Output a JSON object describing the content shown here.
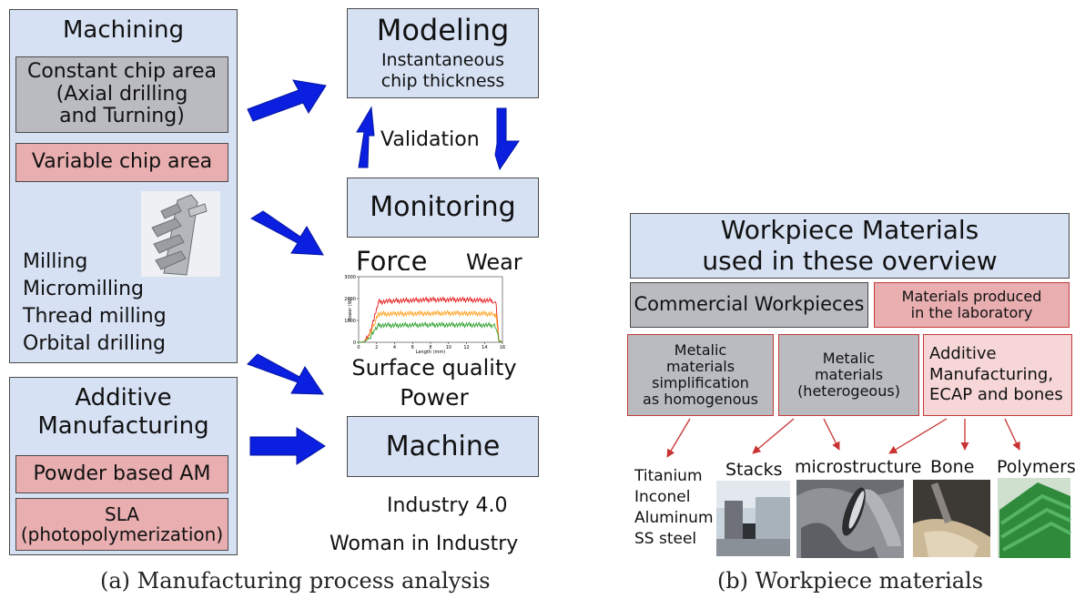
{
  "panel_a": {
    "machining": {
      "title": "Machining",
      "constant_chip": "Constant chip area\n(Axial drilling\nand Turning)",
      "variable_chip": "Variable chip area",
      "processes": [
        "Milling",
        "Micromilling",
        "Thread milling",
        "Orbital drilling"
      ]
    },
    "additive": {
      "title": "Additive\nManufacturing",
      "powder": "Powder based AM",
      "sla": "SLA\n(photopolymerization)"
    },
    "modeling": {
      "title": "Modeling",
      "subtitle": "Instantaneous\nchip thickness"
    },
    "validation": "Validation",
    "monitoring": "Monitoring",
    "force": "Force",
    "wear": "Wear",
    "surface_quality": "Surface quality",
    "power": "Power",
    "machine": "Machine",
    "industry": "Industry 4.0",
    "woman": "Woman in Industry",
    "caption": "(a) Manufacturing process analysis"
  },
  "mini_chart": {
    "ylabel": "Power (W)",
    "xlabel": "Length (mm)",
    "y_ticks": [
      "0",
      "1000",
      "2000",
      "3000"
    ],
    "x_ticks": [
      "0",
      "2",
      "4",
      "6",
      "8",
      "10",
      "12",
      "14",
      "16"
    ]
  },
  "chart_data": {
    "type": "line",
    "xlabel": "Length (mm)",
    "ylabel": "Power (W)",
    "xlim": [
      0,
      16
    ],
    "ylim": [
      0,
      3000
    ],
    "series": [
      {
        "color": "#e41a1c",
        "x": [
          0,
          0.6,
          1.2,
          1.8,
          2.2,
          4,
          8,
          12,
          15,
          15.3,
          15.6,
          16
        ],
        "values": [
          0,
          20,
          400,
          1200,
          1850,
          1900,
          1950,
          1950,
          1900,
          1700,
          100,
          0
        ]
      },
      {
        "color": "#ff9f1a",
        "x": [
          0,
          0.6,
          1.2,
          1.8,
          2.2,
          4,
          8,
          12,
          15,
          15.3,
          15.6,
          16
        ],
        "values": [
          0,
          10,
          300,
          900,
          1300,
          1300,
          1330,
          1330,
          1300,
          1200,
          80,
          0
        ]
      },
      {
        "color": "#2ca02c",
        "x": [
          0,
          0.6,
          1.2,
          1.8,
          2.2,
          4,
          8,
          12,
          15,
          15.3,
          15.6,
          16
        ],
        "values": [
          0,
          5,
          200,
          600,
          780,
          780,
          800,
          800,
          780,
          700,
          50,
          0
        ]
      }
    ]
  },
  "panel_b": {
    "header": "Workpiece Materials\nused in these overview",
    "commercial": "Commercial Workpieces",
    "lab": "Materials produced\nin the laboratory",
    "homogenous": "Metalic\nmaterials\nsimplification\nas homogenous",
    "heterogeous": "Metalic\nmaterials\n(heterogeous)",
    "additive": "Additive\nManufacturing,\nECAP and bones",
    "materials": [
      "Titanium",
      "Inconel",
      "Aluminum",
      "SS steel"
    ],
    "stacks": "Stacks",
    "microstructure": "microstructure",
    "bone": "Bone",
    "polymers": "Polymers",
    "caption": "(b) Workpiece materials"
  },
  "colors": {
    "panel_blue": "#d6e1f4",
    "box_gray": "#b9bbc1",
    "box_pink": "#e8aeb0",
    "arrow_blue": "#0a1fe0",
    "arrow_red": "#c83232"
  }
}
